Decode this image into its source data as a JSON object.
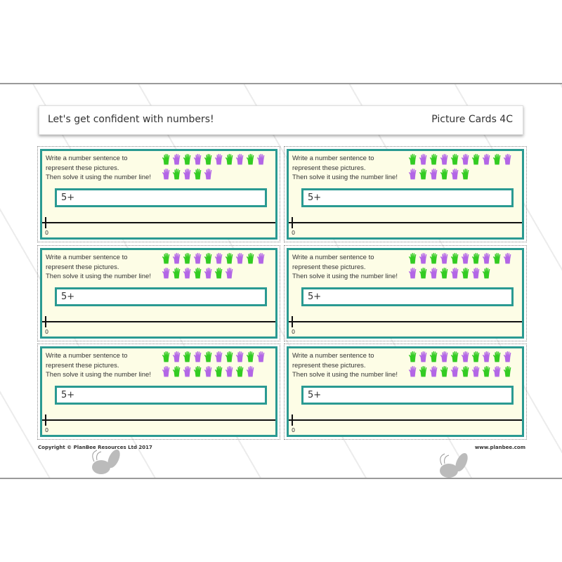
{
  "header": {
    "title": "Let's get confident with numbers!",
    "subtitle": "Picture Cards 4C"
  },
  "colors": {
    "teal": "#2a9a92",
    "green": "#33cc22",
    "purple": "#b366e6",
    "card_bg": "#fdfde6"
  },
  "card_text": {
    "line1": "Write a number sentence to",
    "line2": "represent these pictures.",
    "line3": "Then solve it using the number line!",
    "answer_prefix": "5+",
    "zero_label": "0"
  },
  "cards": [
    {
      "row1": 10,
      "row2": 5
    },
    {
      "row1": 10,
      "row2": 6
    },
    {
      "row1": 10,
      "row2": 7
    },
    {
      "row1": 10,
      "row2": 8
    },
    {
      "row1": 10,
      "row2": 9
    },
    {
      "row1": 10,
      "row2": 10
    }
  ],
  "footer": {
    "copyright": "Copyright © PlanBee Resources Ltd 2017",
    "website": "www.planbee.com"
  },
  "icons": {
    "hand": "hand-icon",
    "bee": "bee-logo-icon"
  }
}
